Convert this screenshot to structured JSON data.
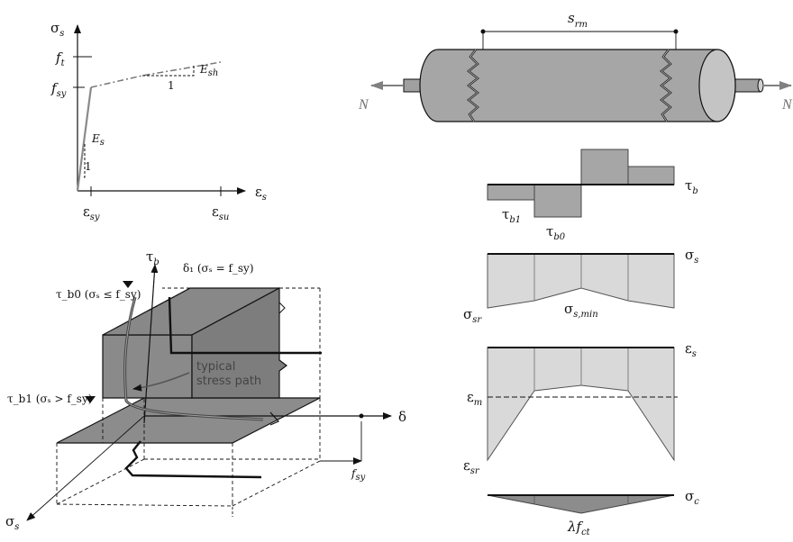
{
  "colors": {
    "bar_fill": "#a6a6a6",
    "bar_end": "#c4c4c4",
    "diagram_fill": "#d9d9d9",
    "block_fill": "#8c8c8c",
    "block_dark": "#7a7a7a",
    "line": "#111111",
    "force_arrow": "#808080"
  },
  "stress_strain": {
    "y_axis": "σ",
    "y_axis_sub": "s",
    "x_axis": "ε",
    "x_axis_sub": "s",
    "ft": "f",
    "ft_sub": "t",
    "fsy": "f",
    "fsy_sub": "sy",
    "Es": "E",
    "Es_sub": "s",
    "Esh": "E",
    "Esh_sub": "sh",
    "slope_one_a": "1",
    "slope_one_b": "1",
    "eps_sy": "ε",
    "eps_sy_sub": "sy",
    "eps_su": "ε",
    "eps_su_sub": "su"
  },
  "bond_law_3d": {
    "tau_axis": "τ",
    "tau_axis_sub": "b",
    "delta_axis": "δ",
    "sigma_axis": "σ",
    "sigma_axis_sub": "s",
    "delta1_label": "δ₁ (σₛ = f_sy)",
    "tau_b0_label": "τ_b0 (σₛ ≤ f_sy)",
    "tau_b1_label": "τ_b1 (σₛ > f_sy)",
    "stress_path_line1": "typical",
    "stress_path_line2": "stress path",
    "fsy": "f",
    "fsy_sub": "sy"
  },
  "tension_chord": {
    "srm": "s",
    "srm_sub": "rm",
    "force_left": "N",
    "force_right": "N",
    "tau_b": "τ",
    "tau_b_sub": "b",
    "tau_b1": "τ",
    "tau_b1_sub": "b1",
    "tau_b0": "τ",
    "tau_b0_sub": "b0",
    "sigma_s": "σ",
    "sigma_s_sub": "s",
    "sigma_sr": "σ",
    "sigma_sr_sub": "sr",
    "sigma_s_min": "σ",
    "sigma_s_min_sub": "s,min",
    "eps_s": "ε",
    "eps_s_sub": "s",
    "eps_m": "ε",
    "eps_m_sub": "m",
    "eps_sr": "ε",
    "eps_sr_sub": "sr",
    "sigma_c": "σ",
    "sigma_c_sub": "c",
    "lambda_fct": "λf",
    "lambda_fct_sub": "ct"
  }
}
